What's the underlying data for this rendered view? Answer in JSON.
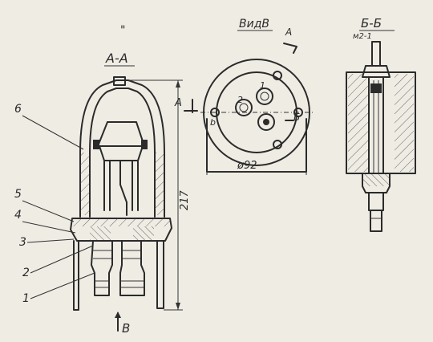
{
  "labels": {
    "mark_top": "\"",
    "section_aa": "А-А",
    "view_b": "ВидВ",
    "section_bb": "Б-Б",
    "thread": "м2-1",
    "arrow_a_top": "А",
    "arrow_a_left": "А",
    "arrow_b_view": "Б",
    "dim_height": "217",
    "dim_diameter": "ø92",
    "view_arrow": "В",
    "hole_1": "1",
    "hole_2": "2",
    "hole_b": "b",
    "part_1": "1",
    "part_2": "2",
    "part_3": "3",
    "part_4": "4",
    "part_5": "5",
    "part_6": "6"
  }
}
